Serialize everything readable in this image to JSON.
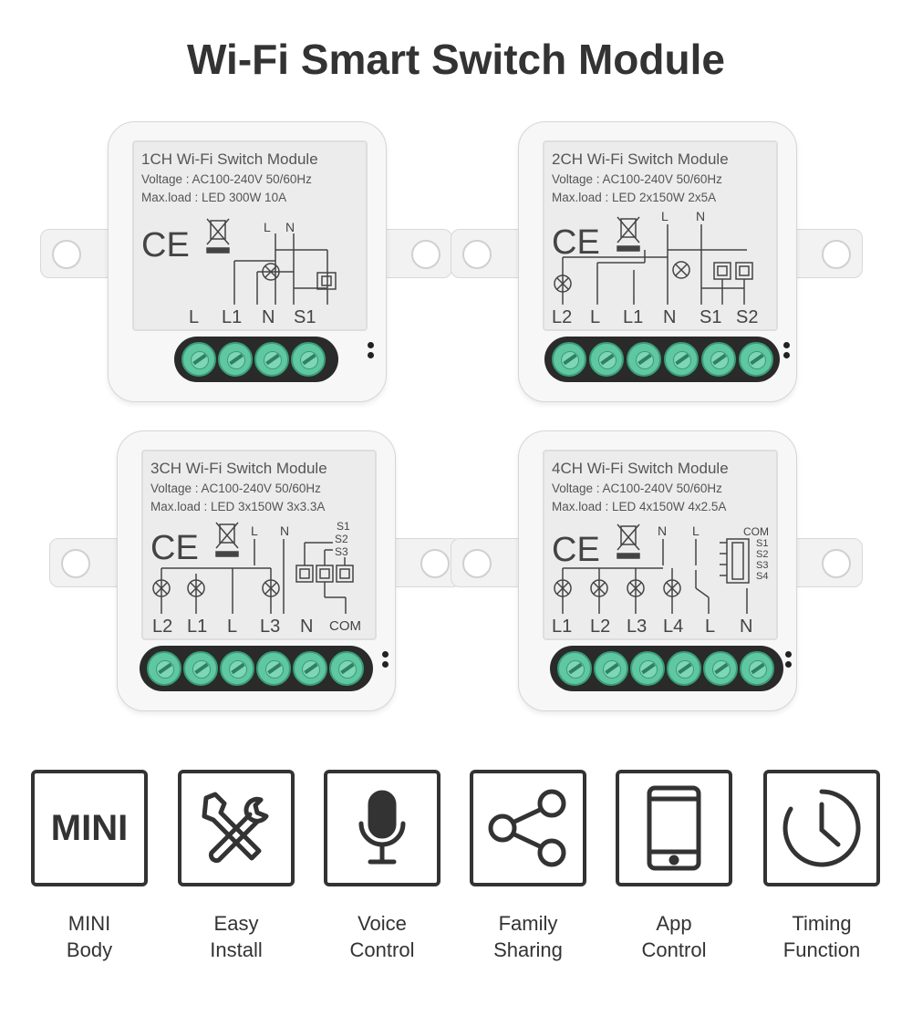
{
  "title": "Wi-Fi Smart Switch Module",
  "modules": [
    {
      "name": "1CH Wi-Fi Switch Module",
      "voltage": "Voltage : AC100-240V 50/60Hz",
      "maxload": "Max.load : LED 300W  10A",
      "top_labels": [
        "L",
        "N"
      ],
      "bottom_labels": [
        "L",
        "L1",
        "N",
        "S1"
      ],
      "screws": 4
    },
    {
      "name": "2CH Wi-Fi Switch Module",
      "voltage": "Voltage : AC100-240V 50/60Hz",
      "maxload": "Max.load : LED 2x150W  2x5A",
      "top_labels": [
        "L",
        "N"
      ],
      "bottom_labels": [
        "L2",
        "L",
        "L1",
        "N",
        "S1",
        "S2"
      ],
      "screws": 6
    },
    {
      "name": "3CH Wi-Fi Switch Module",
      "voltage": "Voltage : AC100-240V 50/60Hz",
      "maxload": "Max.load : LED 3x150W  3x3.3A",
      "top_labels": [
        "L",
        "N"
      ],
      "side_labels": [
        "S1",
        "S2",
        "S3"
      ],
      "bottom_labels": [
        "L2",
        "L1",
        "L",
        "L3",
        "N",
        "COM"
      ],
      "screws": 6
    },
    {
      "name": "4CH Wi-Fi Switch Module",
      "voltage": "Voltage : AC100-240V 50/60Hz",
      "maxload": "Max.load : LED 4x150W  4x2.5A",
      "top_labels": [
        "N",
        "L"
      ],
      "side_labels": [
        "COM",
        "S1",
        "S2",
        "S3",
        "S4"
      ],
      "bottom_labels": [
        "L1",
        "L2",
        "L3",
        "L4",
        "L",
        "N"
      ],
      "screws": 6
    }
  ],
  "ce_mark": "CE",
  "features": [
    {
      "icon": "mini-text-icon",
      "icon_text": "MINI",
      "line1": "MINI",
      "line2": "Body"
    },
    {
      "icon": "tools-icon",
      "line1": "Easy",
      "line2": "Install"
    },
    {
      "icon": "microphone-icon",
      "line1": "Voice",
      "line2": "Control"
    },
    {
      "icon": "share-icon",
      "line1": "Family",
      "line2": "Sharing"
    },
    {
      "icon": "smartphone-icon",
      "line1": "App",
      "line2": "Control"
    },
    {
      "icon": "clock-icon",
      "line1": "Timing",
      "line2": "Function"
    }
  ],
  "colors": {
    "terminal": "#5fc7a1",
    "terminal_strip": "#2a2a2a",
    "text": "#333333"
  }
}
